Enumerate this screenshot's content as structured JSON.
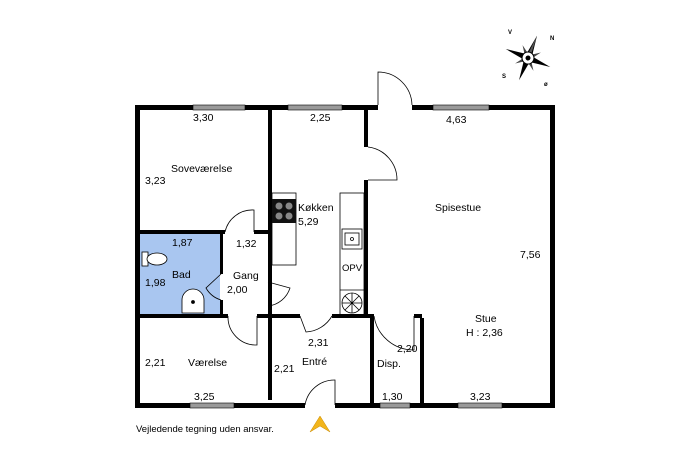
{
  "rooms": {
    "sovevaerelse": "Soveværelse",
    "kokken": "Køkken",
    "spisestue": "Spisestue",
    "bad": "Bad",
    "gang": "Gang",
    "stue": "Stue",
    "stue_height": "H : 2,36",
    "vaerelse": "Værelse",
    "entre": "Entré",
    "disp": "Disp.",
    "opv": "OPV"
  },
  "dimensions": {
    "sov_width": "3,30",
    "sov_depth": "3,23",
    "kok_width": "2,25",
    "kok_depth": "5,29",
    "spis_width": "4,63",
    "stue_depth": "7,56",
    "bad_width": "1,87",
    "bad_depth": "1,98",
    "gang_width": "1,32",
    "gang_depth": "2,00",
    "vaer_depth": "2,21",
    "vaer_width": "3,25",
    "entre_width": "2,31",
    "entre_depth": "2,21",
    "disp_depth": "2,20",
    "disp_width": "1,30",
    "stue_width": "3,23"
  },
  "compass": {
    "n": "N",
    "v": "V",
    "s": "S",
    "o": "ø"
  },
  "disclaimer": "Vejledende tegning uden ansvar.",
  "colors": {
    "wall": "#000000",
    "bathroom": "#a9c6f0",
    "window": "#9a9a9a",
    "entrance_arrow": "#f2b51c"
  }
}
